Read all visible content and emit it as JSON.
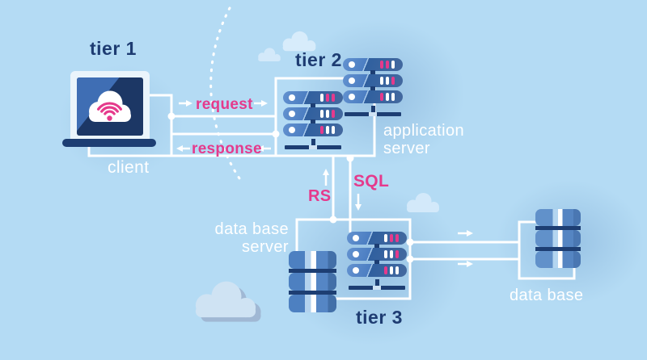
{
  "labels": {
    "tier1": "tier 1",
    "tier2": "tier 2",
    "tier3": "tier 3",
    "client": "client",
    "request": "request",
    "response": "response",
    "rs": "RS",
    "sql": "SQL",
    "app_server_line1": "application",
    "app_server_line2": "server",
    "db_server_line1": "data base",
    "db_server_line2": "server",
    "database": "data base"
  },
  "colors": {
    "background": "#b4dbf4",
    "navy": "#1d3e73",
    "accent_pink": "#e53a8c",
    "wire_white": "#ffffff",
    "server_blue": "#4d7fc0",
    "cloud_light": "#d7ecfb",
    "screen_navy": "#1c3765"
  },
  "icons": {
    "client_screen": "wifi-cloud-icon",
    "servers": "server-rack-icon",
    "storage": "database-cylinder-icon",
    "decor": "cloud-icon",
    "flow": "arrow-icon"
  }
}
